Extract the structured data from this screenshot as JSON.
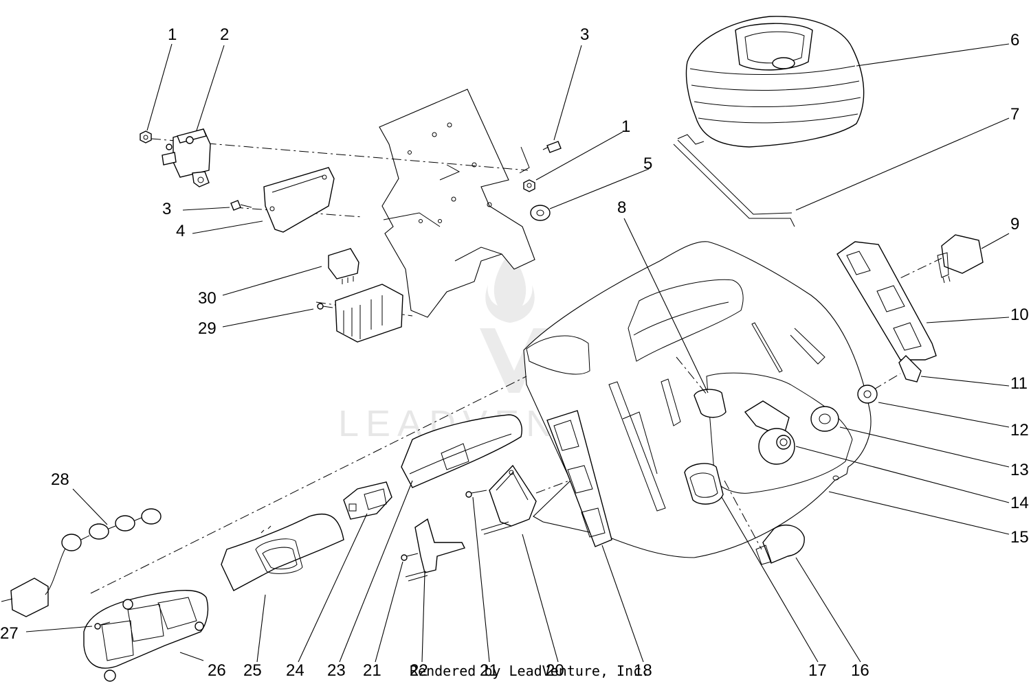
{
  "callouts": [
    {
      "id": "c1a",
      "text": "1"
    },
    {
      "id": "c2",
      "text": "2"
    },
    {
      "id": "c3a",
      "text": "3"
    },
    {
      "id": "c6",
      "text": "6"
    },
    {
      "id": "c1b",
      "text": "1"
    },
    {
      "id": "c7",
      "text": "7"
    },
    {
      "id": "c5",
      "text": "5"
    },
    {
      "id": "c8",
      "text": "8"
    },
    {
      "id": "c3b",
      "text": "3"
    },
    {
      "id": "c9",
      "text": "9"
    },
    {
      "id": "c4",
      "text": "4"
    },
    {
      "id": "c30",
      "text": "30"
    },
    {
      "id": "c10",
      "text": "10"
    },
    {
      "id": "c29",
      "text": "29"
    },
    {
      "id": "c11",
      "text": "11"
    },
    {
      "id": "c12",
      "text": "12"
    },
    {
      "id": "c13",
      "text": "13"
    },
    {
      "id": "c28",
      "text": "28"
    },
    {
      "id": "c14",
      "text": "14"
    },
    {
      "id": "c15",
      "text": "15"
    },
    {
      "id": "c27",
      "text": "27"
    },
    {
      "id": "c26",
      "text": "26"
    },
    {
      "id": "c25",
      "text": "25"
    },
    {
      "id": "c24",
      "text": "24"
    },
    {
      "id": "c23",
      "text": "23"
    },
    {
      "id": "c21a",
      "text": "21"
    },
    {
      "id": "c22",
      "text": "22"
    },
    {
      "id": "c21b",
      "text": "21"
    },
    {
      "id": "c20",
      "text": "20"
    },
    {
      "id": "c18",
      "text": "18"
    },
    {
      "id": "c17",
      "text": "17"
    },
    {
      "id": "c16",
      "text": "16"
    }
  ],
  "footer": {
    "text": "Rendered by LeadVenture, Inc."
  },
  "watermark": {
    "text": "LEADVENTURE"
  }
}
